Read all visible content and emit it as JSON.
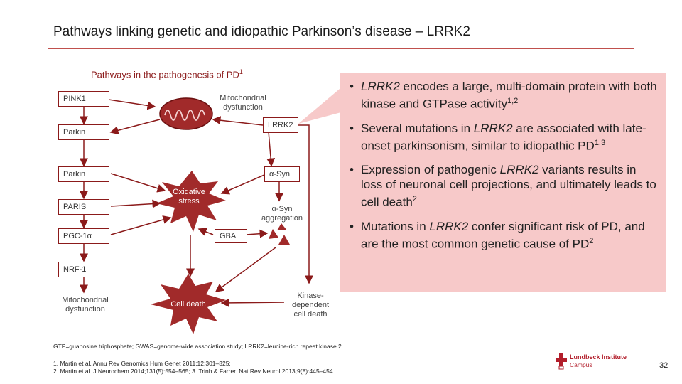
{
  "header": {
    "title": "Pathways linking genetic and idiopathic Parkinson’s disease – LRRK2"
  },
  "diagram": {
    "title": "Pathways in the pathogenesis of PD",
    "title_sup": "1",
    "left_boxes": [
      "PINK1",
      "Parkin",
      "Parkin",
      "PARIS",
      "PGC-1α",
      "NRF-1"
    ],
    "left_bottom": [
      "Mitochondrial",
      "dysfunction"
    ],
    "right_boxes": [
      "LRRK2",
      "α-Syn",
      "GBA"
    ],
    "mito_label": [
      "Mitochondrial",
      "dysfunction"
    ],
    "oxidative_label": [
      "Oxidative",
      "stress"
    ],
    "syn_aggregation": [
      "α-Syn",
      "aggregation"
    ],
    "cell_death": "Cell death",
    "kinase_death": [
      "Kinase-",
      "dependent",
      "cell death"
    ]
  },
  "bullets": [
    {
      "pre": "",
      "italic": "LRRK2",
      "text": " encodes a large, multi-domain protein with both kinase and GTPase activity",
      "sup": "1,2"
    },
    {
      "pre": "Several mutations in ",
      "italic": "LRRK2",
      "text": " are associated with late-onset parkinsonism, similar to idiopathic PD",
      "sup": "1,3"
    },
    {
      "pre": "Expression of pathogenic ",
      "italic": "LRRK2",
      "text": " variants results in loss of neuronal cell projections, and ultimately leads to cell death",
      "sup": "2"
    },
    {
      "pre": "Mutations in ",
      "italic": "LRRK2",
      "text": " confer significant risk of PD, and are the most common genetic cause of PD",
      "sup": "2"
    }
  ],
  "footnote": "GTP=guanosine triphosphate; GWAS=genome-wide association study; LRRK2=leucine-rich repeat kinase 2",
  "references": [
    "1. Martin et al. Annu Rev Genomics Hum Genet 2011;12:301–325;",
    "2. Martin et al. J Neurochem 2014;131(5):554–565; 3. Trinh & Farrer. Nat Rev Neurol 2013;9(8):445–454"
  ],
  "logo": {
    "name": "Lundbeck Institute",
    "sub": "Campus"
  },
  "page_number": "32",
  "colors": {
    "accent": "#8b1a1a",
    "rule": "#c0504d",
    "callout_bg": "#f7c9c9"
  }
}
